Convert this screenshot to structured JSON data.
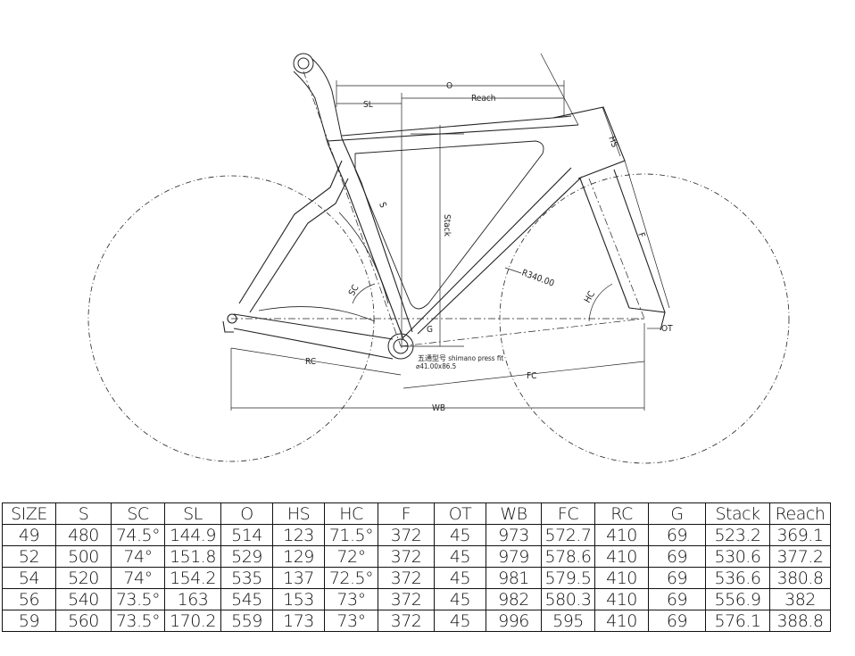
{
  "drawing": {
    "dimensions": [
      "O",
      "SL",
      "Reach",
      "HS",
      "S",
      "Stack",
      "F",
      "SC",
      "HC",
      "R340.00",
      "OT",
      "G",
      "RC",
      "FC",
      "WB"
    ],
    "bb_note_cn": "五通型号 shimano press fit",
    "bb_size": "⌀41.00x86.5"
  },
  "table": {
    "headers": [
      "SIZE",
      "S",
      "SC",
      "SL",
      "O",
      "HS",
      "HC",
      "F",
      "OT",
      "WB",
      "FC",
      "RC",
      "G",
      "Stack",
      "Reach"
    ],
    "rows": [
      [
        "49",
        "480",
        "74.5°",
        "144.9",
        "514",
        "123",
        "71.5°",
        "372",
        "45",
        "973",
        "572.7",
        "410",
        "69",
        "523.2",
        "369.1"
      ],
      [
        "52",
        "500",
        "74°",
        "151.8",
        "529",
        "129",
        "72°",
        "372",
        "45",
        "979",
        "578.6",
        "410",
        "69",
        "530.6",
        "377.2"
      ],
      [
        "54",
        "520",
        "74°",
        "154.2",
        "535",
        "137",
        "72.5°",
        "372",
        "45",
        "981",
        "579.5",
        "410",
        "69",
        "536.6",
        "380.8"
      ],
      [
        "56",
        "540",
        "73.5°",
        "163",
        "545",
        "153",
        "73°",
        "372",
        "45",
        "982",
        "580.3",
        "410",
        "69",
        "556.9",
        "382"
      ],
      [
        "59",
        "560",
        "73.5°",
        "170.2",
        "559",
        "173",
        "73°",
        "372",
        "45",
        "996",
        "595",
        "410",
        "69",
        "576.1",
        "388.8"
      ]
    ]
  }
}
